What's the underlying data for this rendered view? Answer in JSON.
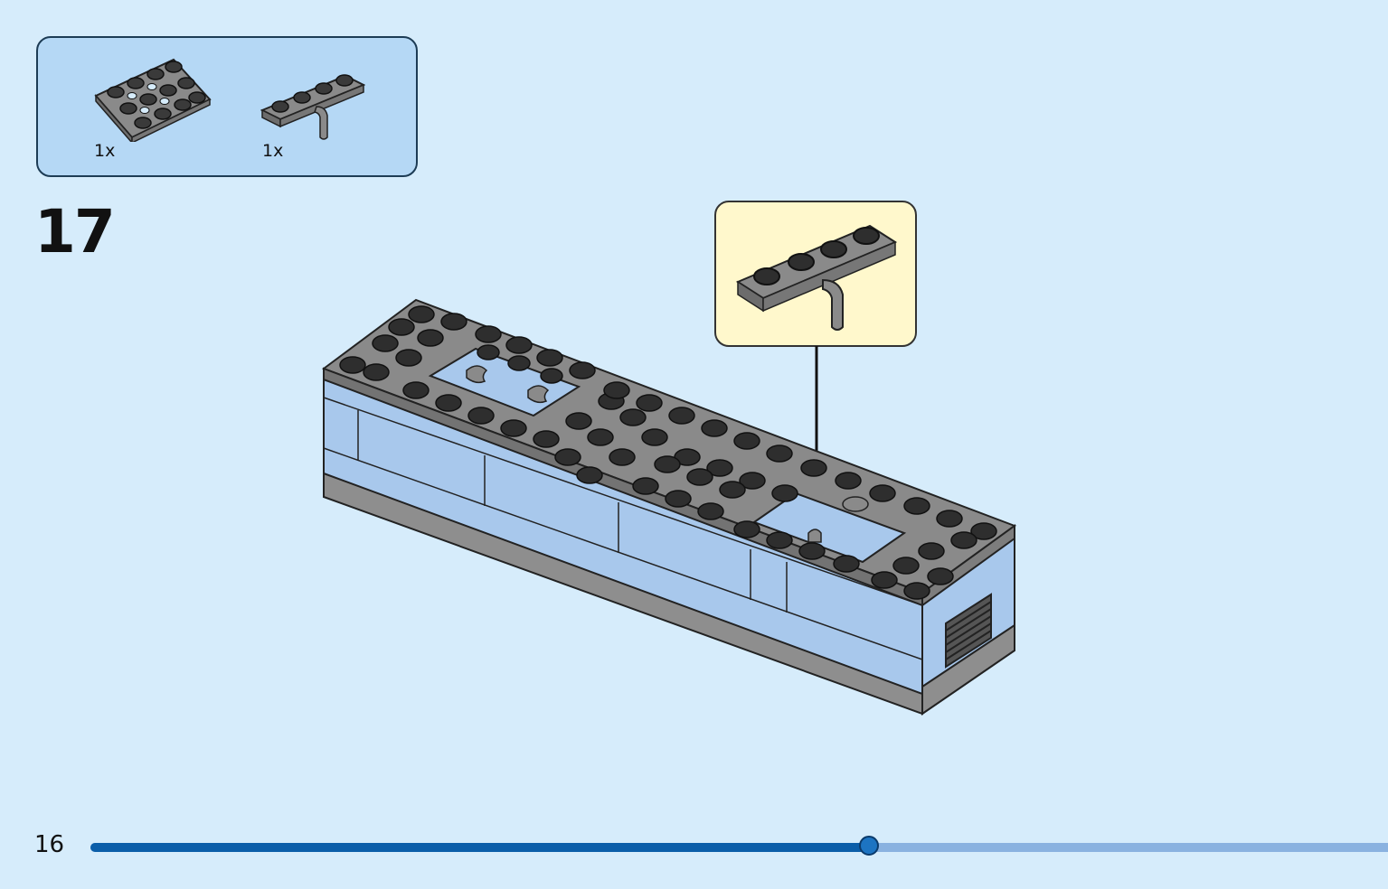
{
  "step": {
    "number": "17"
  },
  "parts": [
    {
      "icon": "plate-2x4-with-holes-icon",
      "qty": "1x"
    },
    {
      "icon": "plate-1x4-with-bar-icon",
      "qty": "1x"
    }
  ],
  "page": {
    "number": "16"
  },
  "progress": {
    "fraction": 0.6
  },
  "colors": {
    "background": "#d6ecfb",
    "parts_box": "#b5d8f5",
    "callout": "#fff8cc",
    "brick_gray": "#9a9a9a",
    "stud_black": "#222222",
    "brick_blue": "#a8c8ec",
    "progress": "#0b5ea9"
  }
}
